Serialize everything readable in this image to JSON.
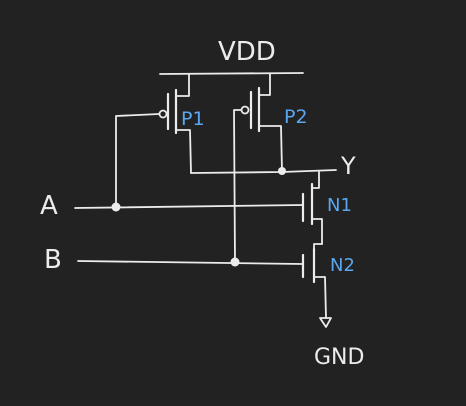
{
  "diagram": {
    "supply_label": "VDD",
    "ground_label": "GND",
    "output_label": "Y",
    "input_a_label": "A",
    "input_b_label": "B",
    "transistors": [
      {
        "id": "p1",
        "label": "P1",
        "type": "PMOS"
      },
      {
        "id": "p2",
        "label": "P2",
        "type": "PMOS"
      },
      {
        "id": "n1",
        "label": "N1",
        "type": "NMOS"
      },
      {
        "id": "n2",
        "label": "N2",
        "type": "NMOS"
      }
    ]
  },
  "colors": {
    "background": "#222222",
    "wire": "#ececec",
    "transistor_label": "#5aa7f0"
  }
}
